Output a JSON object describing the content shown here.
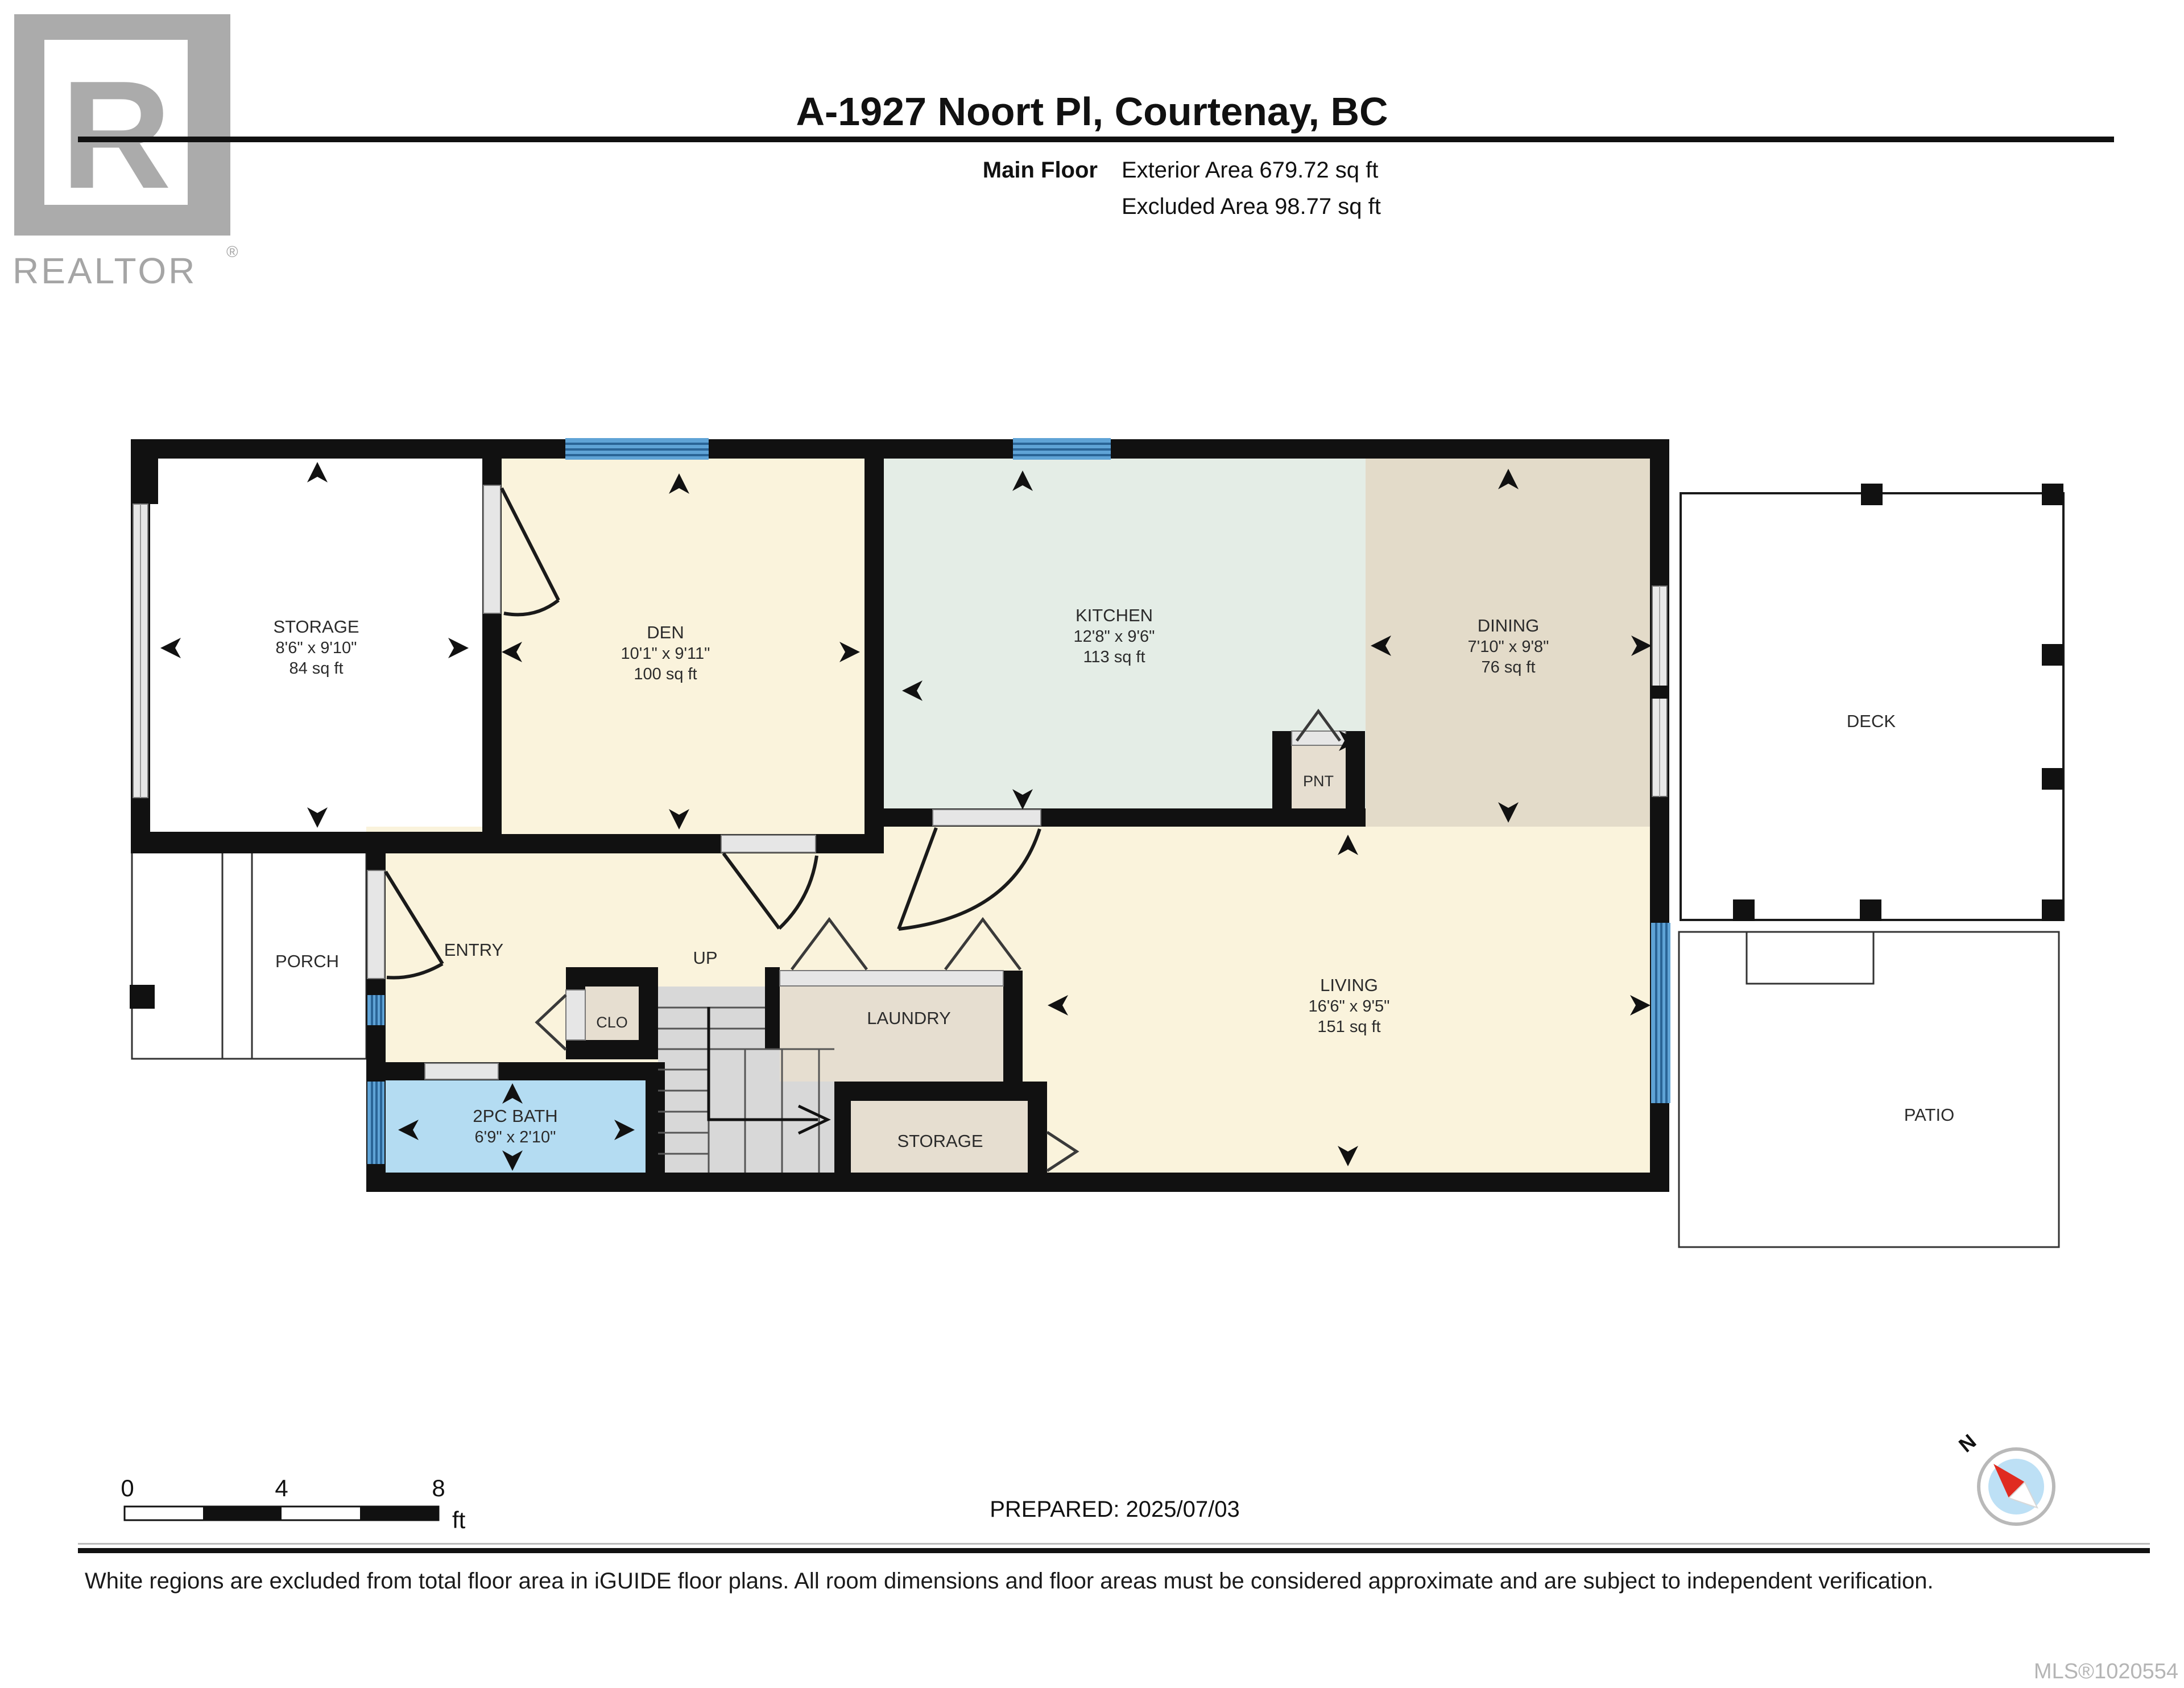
{
  "header": {
    "title": "A-1927 Noort Pl, Courtenay, BC",
    "floor_label": "Main Floor",
    "exterior_area": "Exterior Area 679.72 sq ft",
    "excluded_area": "Excluded Area 98.77 sq ft",
    "logo_r": "R",
    "logo_brand": "REALTOR",
    "logo_reg": "®"
  },
  "rooms": {
    "storage_main": {
      "name": "STORAGE",
      "dims": "8'6\" x 9'10\"",
      "area": "84 sq ft"
    },
    "den": {
      "name": "DEN",
      "dims": "10'1\" x 9'11\"",
      "area": "100 sq ft"
    },
    "kitchen": {
      "name": "KITCHEN",
      "dims": "12'8\" x 9'6\"",
      "area": "113 sq ft"
    },
    "dining": {
      "name": "DINING",
      "dims": "7'10\" x 9'8\"",
      "area": "76 sq ft"
    },
    "living": {
      "name": "LIVING",
      "dims": "16'6\" x 9'5\"",
      "area": "151 sq ft"
    },
    "bath": {
      "name": "2PC BATH",
      "dims": "6'9\" x 2'10\""
    },
    "entry": {
      "name": "ENTRY"
    },
    "porch": {
      "name": "PORCH"
    },
    "deck": {
      "name": "DECK"
    },
    "patio": {
      "name": "PATIO"
    },
    "laundry": {
      "name": "LAUNDRY"
    },
    "storage_small": {
      "name": "STORAGE"
    },
    "closet": {
      "name": "CLO"
    },
    "pantry": {
      "name": "PNT"
    },
    "stairs": {
      "name": "UP"
    }
  },
  "scale_bar": {
    "start": "0",
    "mid": "4",
    "end": "8",
    "unit": "ft"
  },
  "compass": {
    "north": "N"
  },
  "footer": {
    "prepared": "PREPARED: 2025/07/03",
    "disclaimer": "White regions are excluded from total floor area in iGUIDE floor plans. All room dimensions and floor areas must be considered approximate and are subject to independent verification.",
    "mls": "MLS®1020554"
  },
  "colors": {
    "room_cream": "#FAF3DC",
    "kitchen_mint": "#E4EDE6",
    "dining_tan": "#E3DBC9",
    "closet_tan": "#E6DED0",
    "bath_blue": "#B4DCF2",
    "window_blue": "#5FA3D6",
    "wall_black": "#111111",
    "stairs_gray": "#D8D8D8",
    "logo_gray": "#ABABAB",
    "compass_red": "#E02B20",
    "compass_blue": "#BDE0F5"
  }
}
